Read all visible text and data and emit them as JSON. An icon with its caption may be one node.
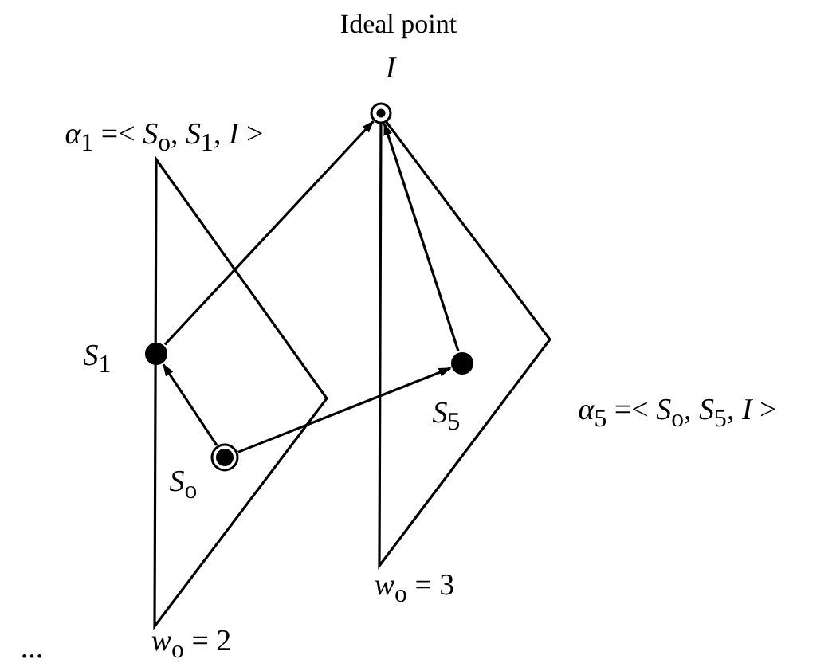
{
  "diagram": {
    "nodes": [
      {
        "text": [
          "Ideal point",
          "*I*"
        ]
      },
      {
        "text": [
          "*S*$_{1}$"
        ]
      },
      {
        "text": [
          "*S*$_{5}$"
        ]
      },
      {
        "text": [
          "*S*$_{o}$"
        ]
      }
    ],
    "edges": [
      {
        "from": 3,
        "to": 1,
        "arrow": "to"
      },
      {
        "from": 1,
        "to": 0,
        "arrow": "to"
      },
      {
        "from": 3,
        "to": 2,
        "arrow": "to"
      },
      {
        "from": 2,
        "to": 0,
        "arrow": "to"
      }
    ],
    "labels": [
      "*α*$_{1}$ =< *S*$_{o}$, *S*$_{1}$, *I* >",
      "*α*$_{5}$ =< *S*$_{o}$, *S*$_{5}$, *I* >",
      "*w*$_{o}$ = 3",
      "...",
      "*w*$_{o}$ = 2"
    ]
  }
}
